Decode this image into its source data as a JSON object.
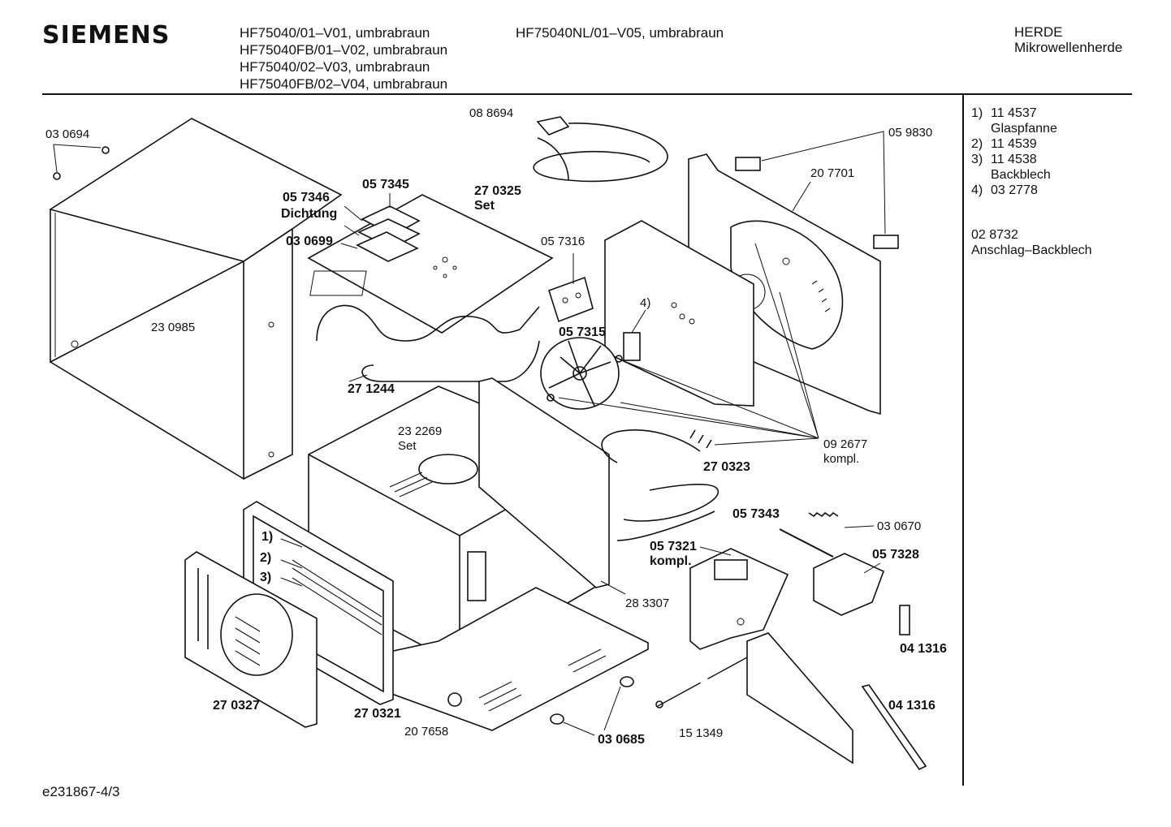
{
  "header": {
    "brand": "SIEMENS",
    "models_left": [
      "HF75040/01–V01, umbrabraun",
      "HF75040FB/01–V02, umbrabraun",
      "HF75040/02–V03, umbrabraun",
      "HF75040FB/02–V04, umbrabraun"
    ],
    "models_right": [
      "HF75040NL/01–V05, umbrabraun"
    ],
    "category": [
      "HERDE",
      "Mikrowellenherde"
    ]
  },
  "legend": {
    "items": [
      {
        "key": "1)",
        "number": "11 4537",
        "name": "Glaspfanne"
      },
      {
        "key": "2)",
        "number": "11 4539",
        "name": ""
      },
      {
        "key": "3)",
        "number": "11 4538",
        "name": "Backblech"
      },
      {
        "key": "4)",
        "number": "03 2778",
        "name": ""
      }
    ],
    "extra_number": "02 8732",
    "extra_name": "Anschlag–Backblech"
  },
  "parts": {
    "p030694": "03 0694",
    "p088694": "08 8694",
    "p059830": "05 9830",
    "p207701": "20 7701",
    "p057345": "05 7345",
    "p270325": "27 0325",
    "p270325set": "Set",
    "p057346": "05 7346",
    "p057346name": "Dichtung",
    "p030699": "03 0699",
    "p057316": "05 7316",
    "p230985": "23 0985",
    "p4": "4)",
    "p057315": "05 7315",
    "p271244": "27 1244",
    "p232269": "23 2269",
    "p232269set": "Set",
    "p092677": "09 2677",
    "p092677name": "kompl.",
    "p270323": "27 0323",
    "p057343": "05 7343",
    "p030670": "03 0670",
    "p057321": "05 7321",
    "p057321name": "kompl.",
    "p057328": "05 7328",
    "p1": "1)",
    "p2": "2)",
    "p3": "3)",
    "p283307": "28 3307",
    "p041316a": "04 1316",
    "p041316b": "04 1316",
    "p270327": "27 0327",
    "p270321": "27 0321",
    "p207658": "20 7658",
    "p030685": "03 0685",
    "p151349": "15 1349"
  },
  "footer": {
    "code": "e231867-4/3"
  }
}
